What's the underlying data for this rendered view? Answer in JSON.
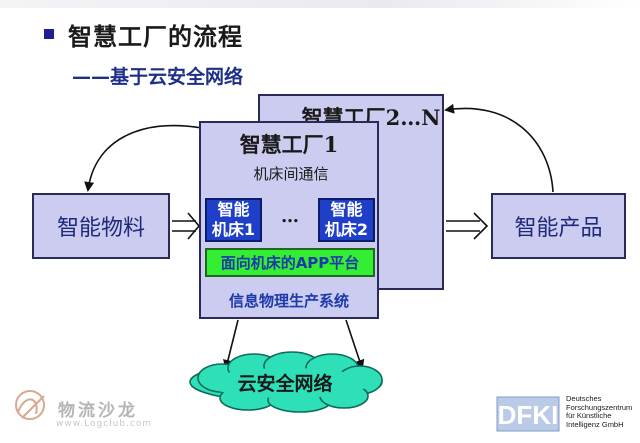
{
  "title": "智慧工厂的流程",
  "subtitle": "——基于云安全网络",
  "diagram": {
    "input": "智能物料",
    "output": "智能产品",
    "factory_main": "智慧工厂1",
    "factory_others": "智慧工厂2…N",
    "comm_label": "机床间通信",
    "machine1": "智能\n机床1",
    "machine2": "智能\n机床2",
    "ellipsis": "…",
    "app_platform": "面向机床的APP平台",
    "cps": "信息物理生产系统",
    "cloud": "云安全网络"
  },
  "watermark": {
    "text": "物流沙龙",
    "site": "www.Logclub.com"
  },
  "dfki": {
    "text": "Deutsches\nForschungszentrum\nfür Künstliche\nIntelligenz GmbH"
  },
  "colors": {
    "box_fill": "#ccccf0",
    "machine_fill": "#1f3fc9",
    "app_fill": "#33ee33",
    "cloud_fill": "#2ee0b8",
    "accent_text": "#1d3aa8"
  }
}
